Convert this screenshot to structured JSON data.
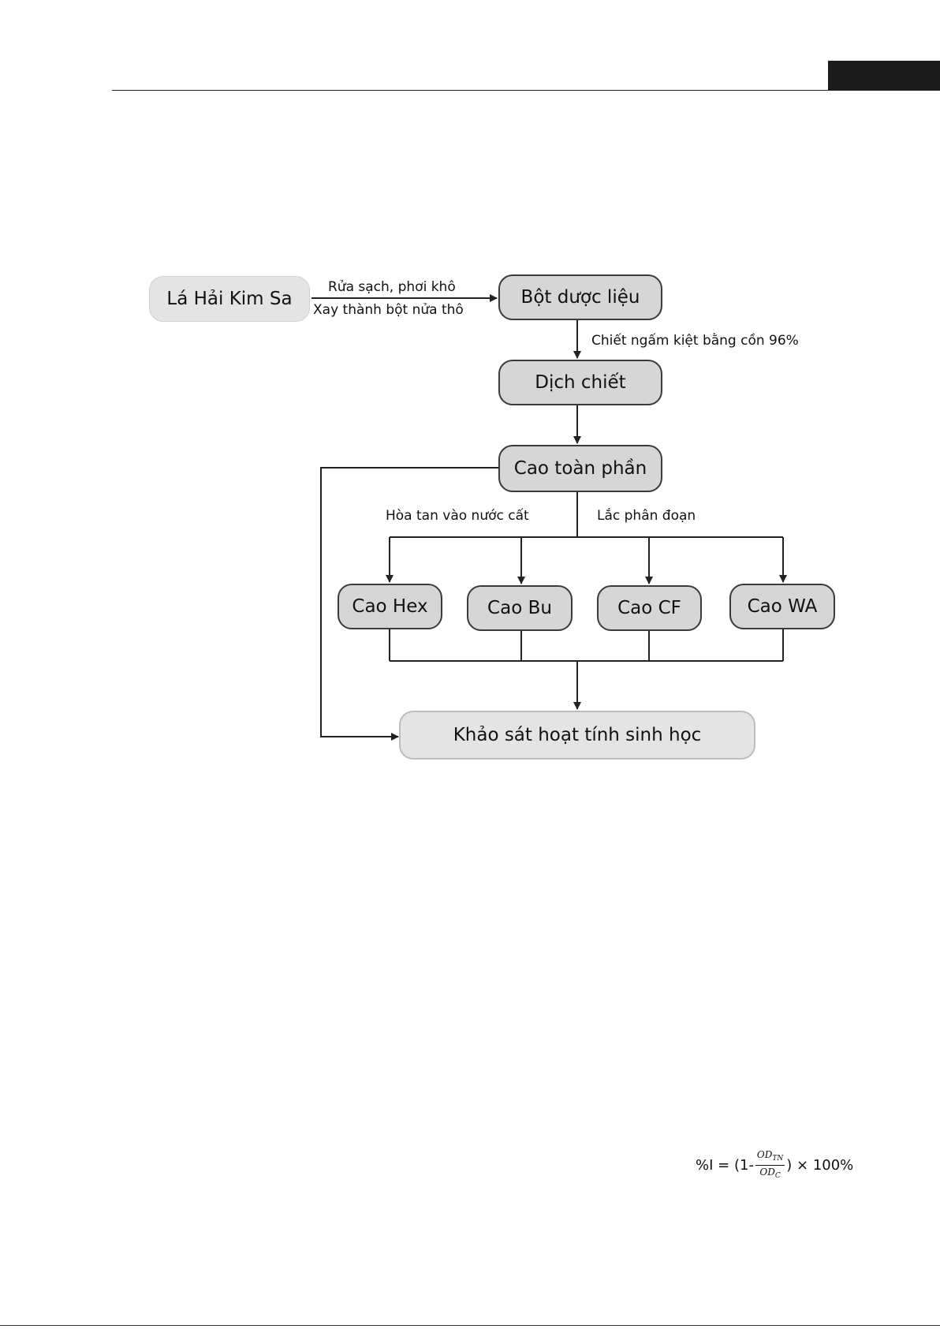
{
  "diagram": {
    "nodes": {
      "leaf": "Lá Hải Kim Sa",
      "powder": "Bột dược liệu",
      "extract": "Dịch chiết",
      "total": "Cao toàn phần",
      "hex": "Cao Hex",
      "bu": "Cao Bu",
      "cf": "Cao CF",
      "wa": "Cao WA",
      "bio": "Khảo sát hoạt tính sinh học"
    },
    "edges": {
      "wash": "Rửa sạch, phơi khô",
      "grind": "Xay thành bột nửa thô",
      "macerate": "Chiết ngấm kiệt bằng cồn 96%",
      "dissolve": "Hòa tan vào nước cất",
      "partition": "Lắc phân đoạn"
    }
  },
  "formula": {
    "lhs": "%I = (1-",
    "num_base": "OD",
    "num_sub": "TN",
    "den_base": "OD",
    "den_sub": "C",
    "rhs": ") × 100%"
  }
}
